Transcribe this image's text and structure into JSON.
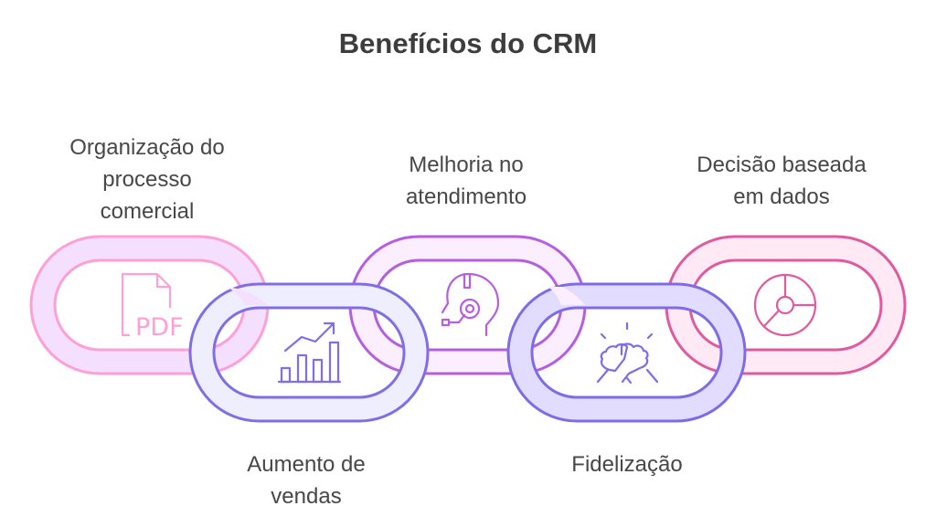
{
  "title": "Benefícios do CRM",
  "items": [
    {
      "lines": [
        "Organização do",
        "processo",
        "comercial"
      ],
      "icon": "pdf-document-icon",
      "color": "#ff9fd6",
      "fill": "#f5dfff"
    },
    {
      "lines": [
        "Aumento de",
        "vendas"
      ],
      "icon": "growth-chart-icon",
      "color": "#7f6ee6",
      "fill": "#efeeff"
    },
    {
      "lines": [
        "Melhoria no",
        "atendimento"
      ],
      "icon": "customer-support-headset-icon",
      "color": "#b55ee0",
      "fill": "#fbeeff"
    },
    {
      "lines": [
        "Fidelização"
      ],
      "icon": "handshake-icon",
      "color": "#7d6be8",
      "fill": "#e2dcff"
    },
    {
      "lines": [
        "Decisão baseada",
        "em dados"
      ],
      "icon": "pie-chart-icon",
      "color": "#e05aa0",
      "fill": "#ffe9f4"
    }
  ],
  "icon_text": {
    "pdf": "PDF"
  }
}
